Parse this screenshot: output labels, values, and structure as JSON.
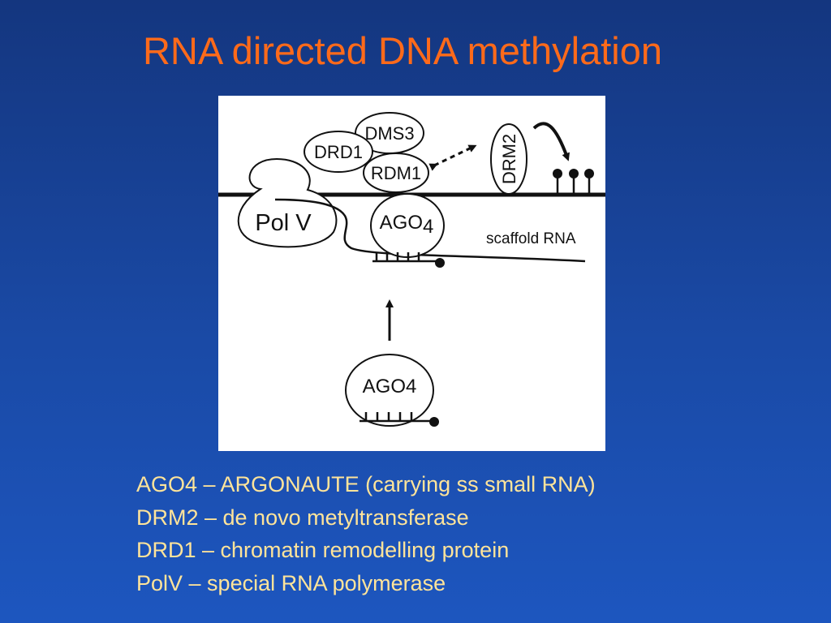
{
  "slide": {
    "title": "RNA directed DNA methylation"
  },
  "diagram": {
    "labels": {
      "dms3": "DMS3",
      "drd1": "DRD1",
      "rdm1": "RDM1",
      "drm2": "DRM2",
      "polv": "Pol V",
      "ago4_bound_main": "AGO",
      "ago4_bound_sub": "4",
      "ago4_free": "AGO4",
      "scaffold": "scaffold RNA"
    },
    "colors": {
      "panel": "#ffffff",
      "ink": "#111111"
    }
  },
  "legend": {
    "items": [
      "AGO4 – ARGONAUTE (carrying ss small RNA)",
      "DRM2 – de novo metyltransferase",
      "DRD1 – chromatin remodelling protein",
      "PolV – special RNA polymerase"
    ]
  },
  "theme": {
    "title_color": "#ff6a1a",
    "legend_color": "#ffe49a",
    "background_top": "#14367f",
    "background_bottom": "#1d56bf"
  }
}
